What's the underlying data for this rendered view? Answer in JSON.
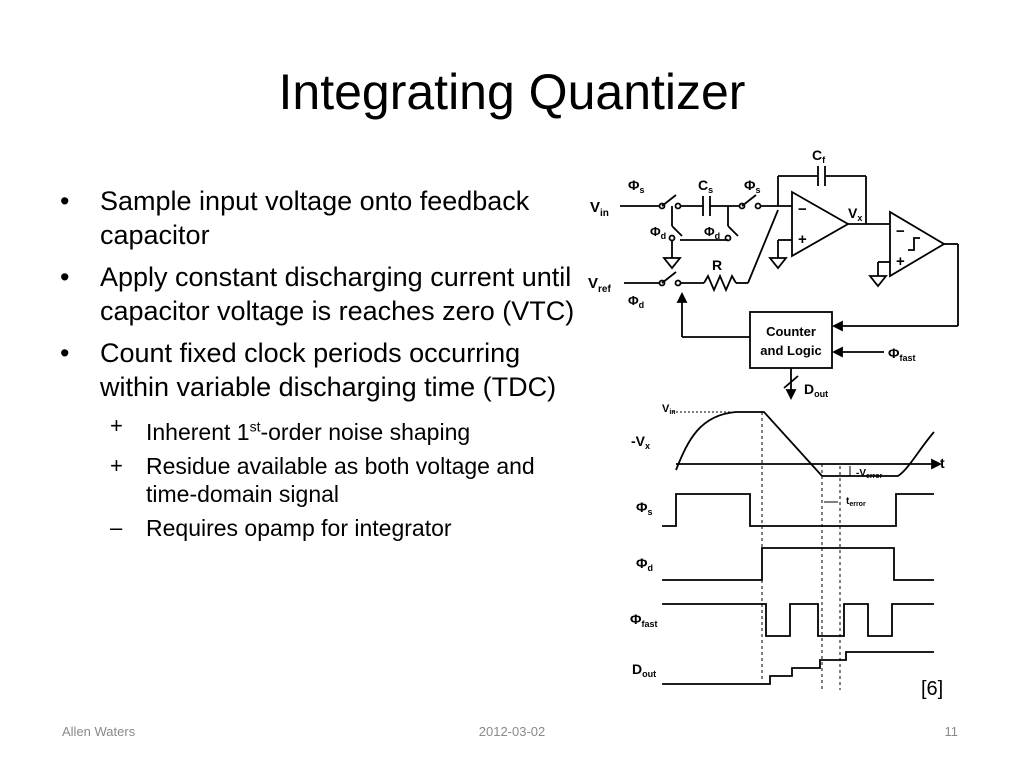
{
  "slide": {
    "title": "Integrating Quantizer",
    "bullets": [
      {
        "level": 1,
        "marker": "•",
        "text": "Sample input voltage onto feedback capacitor"
      },
      {
        "level": 1,
        "marker": "•",
        "text": "Apply constant discharging current until capacitor voltage is reaches zero (VTC)"
      },
      {
        "level": 1,
        "marker": "•",
        "text": "Count fixed clock periods occurring within variable discharging time (TDC)"
      },
      {
        "level": 2,
        "marker": "+",
        "text_pre": "Inherent 1",
        "text_sup": "st",
        "text_post": "-order noise shaping"
      },
      {
        "level": 2,
        "marker": "+",
        "text": "Residue available as both voltage and time-domain signal"
      },
      {
        "level": 2,
        "marker": "–",
        "text": "Requires opamp for integrator"
      }
    ],
    "citation": "[6]",
    "footer": {
      "author": "Allen Waters",
      "date": "2012-03-02",
      "page": "11"
    }
  },
  "schematic": {
    "labels": {
      "vin": "V",
      "vin_sub": "in",
      "vref": "V",
      "vref_sub": "ref",
      "phi": "Φ",
      "s": "s",
      "d": "d",
      "fast": "fast",
      "cs": "C",
      "cs_sub": "s",
      "cf": "C",
      "cf_sub": "f",
      "vx": "V",
      "vx_sub": "x",
      "r": "R",
      "counter_line1": "Counter",
      "counter_line2": "and Logic",
      "dout": "D",
      "dout_sub": "out",
      "minus": "−",
      "plus": "+"
    }
  },
  "timing": {
    "labels": {
      "vin_top": "V",
      "vin_top_sub": "in",
      "neg_vx": "-V",
      "neg_vx_sub": "x",
      "t": "t",
      "neg_verror": "-V",
      "neg_verror_sub": "error",
      "terror": "t",
      "terror_sub": "error",
      "phi": "Φ",
      "s": "s",
      "d": "d",
      "fast": "fast",
      "dout": "D",
      "dout_sub": "out"
    }
  }
}
